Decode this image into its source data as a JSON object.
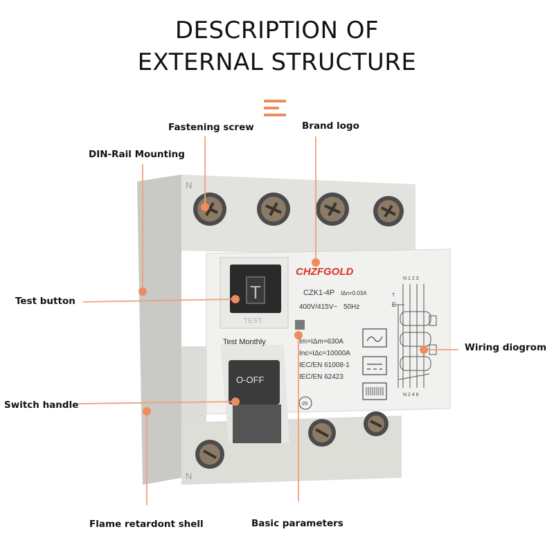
{
  "title": {
    "line1": "DESCRIPTION OF",
    "line2": "EXTERNAL STRUCTURE"
  },
  "callouts": {
    "fastening_screw": "Fastening screw",
    "brand_logo": "Brand logo",
    "din_rail": "DIN-Rail Mounting",
    "test_button": "Test button",
    "wiring_diagram": "Wiring diogrom",
    "switch_handle": "Switch handle",
    "flame_shell": "Flame retardont shell",
    "basic_parameters": "Basic parameters"
  },
  "device": {
    "terminal_mark_top": "N",
    "terminal_mark_bottom": "N",
    "brand": "CHZFGOLD",
    "model": "CZK1-4P",
    "idn": "IΔn=0.03A",
    "voltage": "400V/415V~",
    "frequency": "50Hz",
    "test_key": "T",
    "test_caption": "TEST",
    "test_monthly": "Test Monthly",
    "handle_label": "O-OFF",
    "spec1": "Im=IΔm=630A",
    "spec2": "Inc=IΔc=10000A",
    "spec3": "IEC/EN 61008-1",
    "spec4": "IEC/EN 62423",
    "temp_mark": "-25",
    "wiring_top": "N 1 2 3",
    "wiring_bottom": "N 2 4 6",
    "wiring_t": "T",
    "wiring_e": "E"
  },
  "colors": {
    "accent": "#f0a07a",
    "dot": "#ee8c5e",
    "body": "#e4e4e0",
    "face": "#f1f1ef"
  }
}
